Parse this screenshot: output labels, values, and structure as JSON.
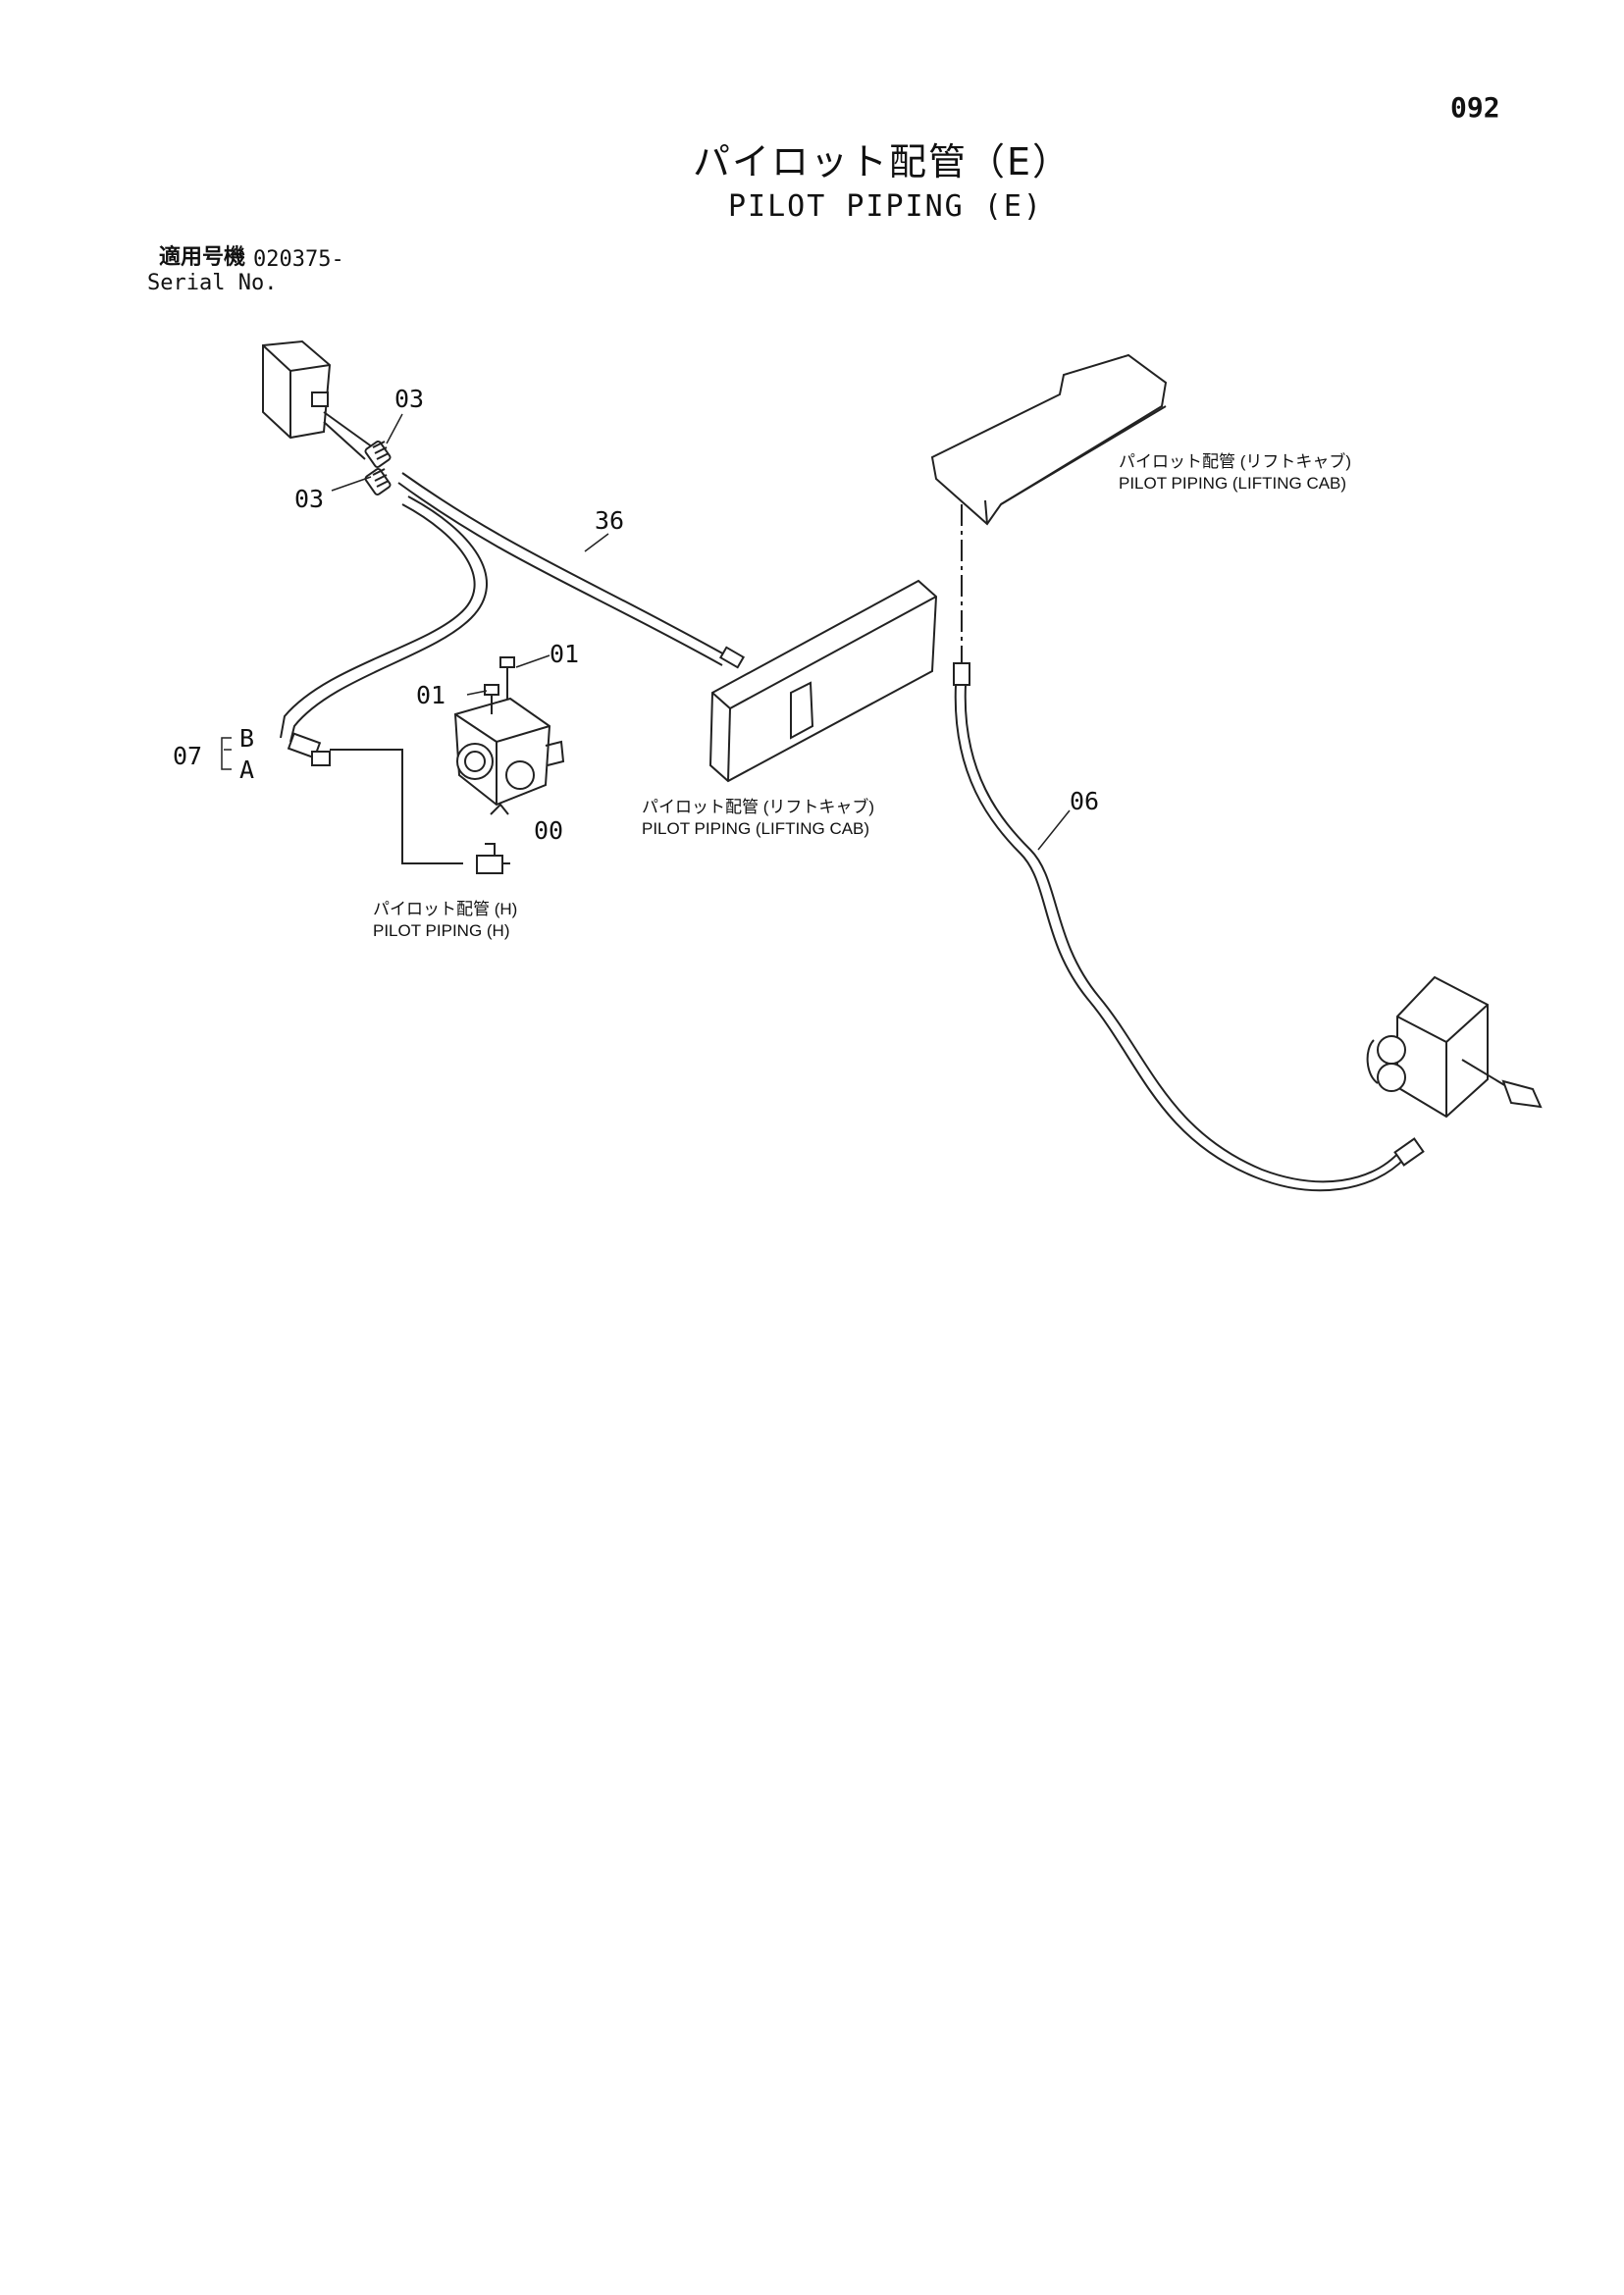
{
  "page_number": "092",
  "title": {
    "ja": "パイロット配管（E）",
    "en": "PILOT PIPING (E)"
  },
  "serial": {
    "ja_label": "適用号機",
    "value": "020375-",
    "en_label": "Serial No."
  },
  "callouts": {
    "c03_top": "03",
    "c03_bottom": "03",
    "c36": "36",
    "c01_top": "01",
    "c01_left": "01",
    "c07": "07",
    "port_b": "B",
    "port_a": "A",
    "c00": "00",
    "c06": "06"
  },
  "references": {
    "lifting_cab_upper": {
      "ja": "パイロット配管 (リフトキャブ)",
      "en": "PILOT PIPING (LIFTING CAB)"
    },
    "lifting_cab_mid": {
      "ja": "パイロット配管 (リフトキャブ)",
      "en": "PILOT PIPING (LIFTING CAB)"
    },
    "pilot_h": {
      "ja": "パイロット配管 (H)",
      "en": "PILOT PIPING (H)"
    }
  }
}
